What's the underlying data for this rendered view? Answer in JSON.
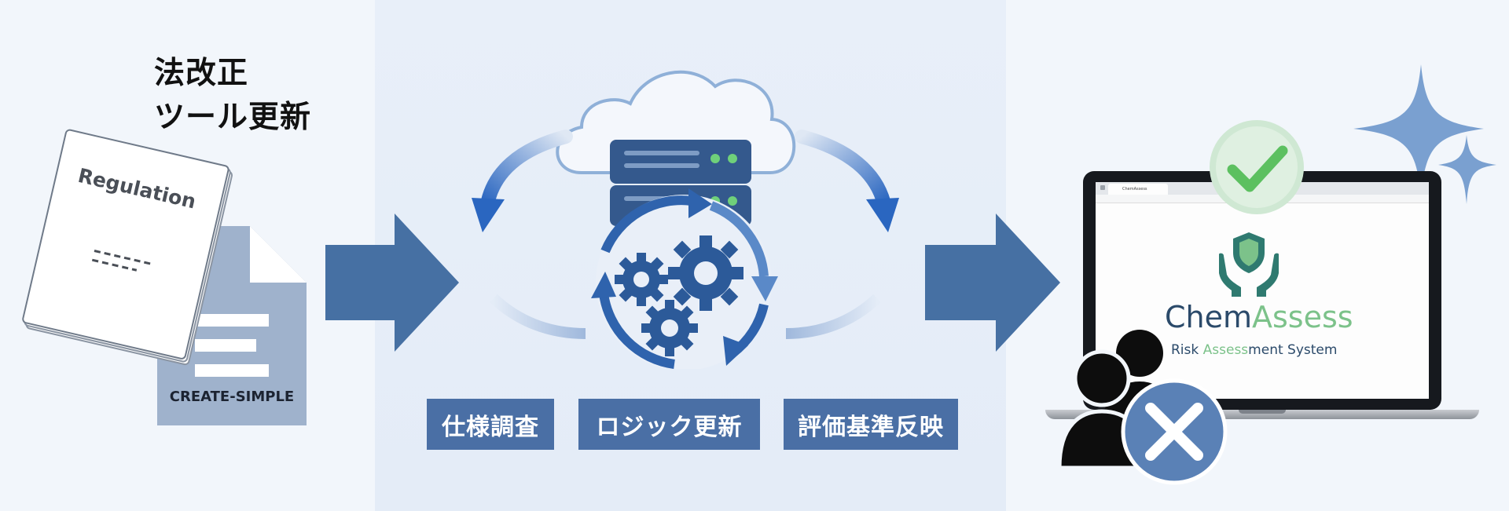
{
  "title_lines": [
    "法改正",
    "ツール更新"
  ],
  "regulation_doc": {
    "label": "Regulation"
  },
  "create_simple": {
    "label": "CREATE-SIMPLE"
  },
  "tasks": [
    "仕様調査",
    "ロジック更新",
    "評価基準反映"
  ],
  "app": {
    "name_part1": "Chem",
    "name_part2": "Assess",
    "subtitle_part1": "Risk ",
    "subtitle_part2": "Assess",
    "subtitle_part3": "ment System",
    "browser_tab": "ChemAssess"
  },
  "colors": {
    "accent_blue": "#4a6fa5",
    "arrow_blue": "#4670a3",
    "check_green": "#5cc060",
    "brand_dark": "#2b4a6a",
    "brand_green": "#7cc28a",
    "sparkle": "#7aa0d0"
  }
}
